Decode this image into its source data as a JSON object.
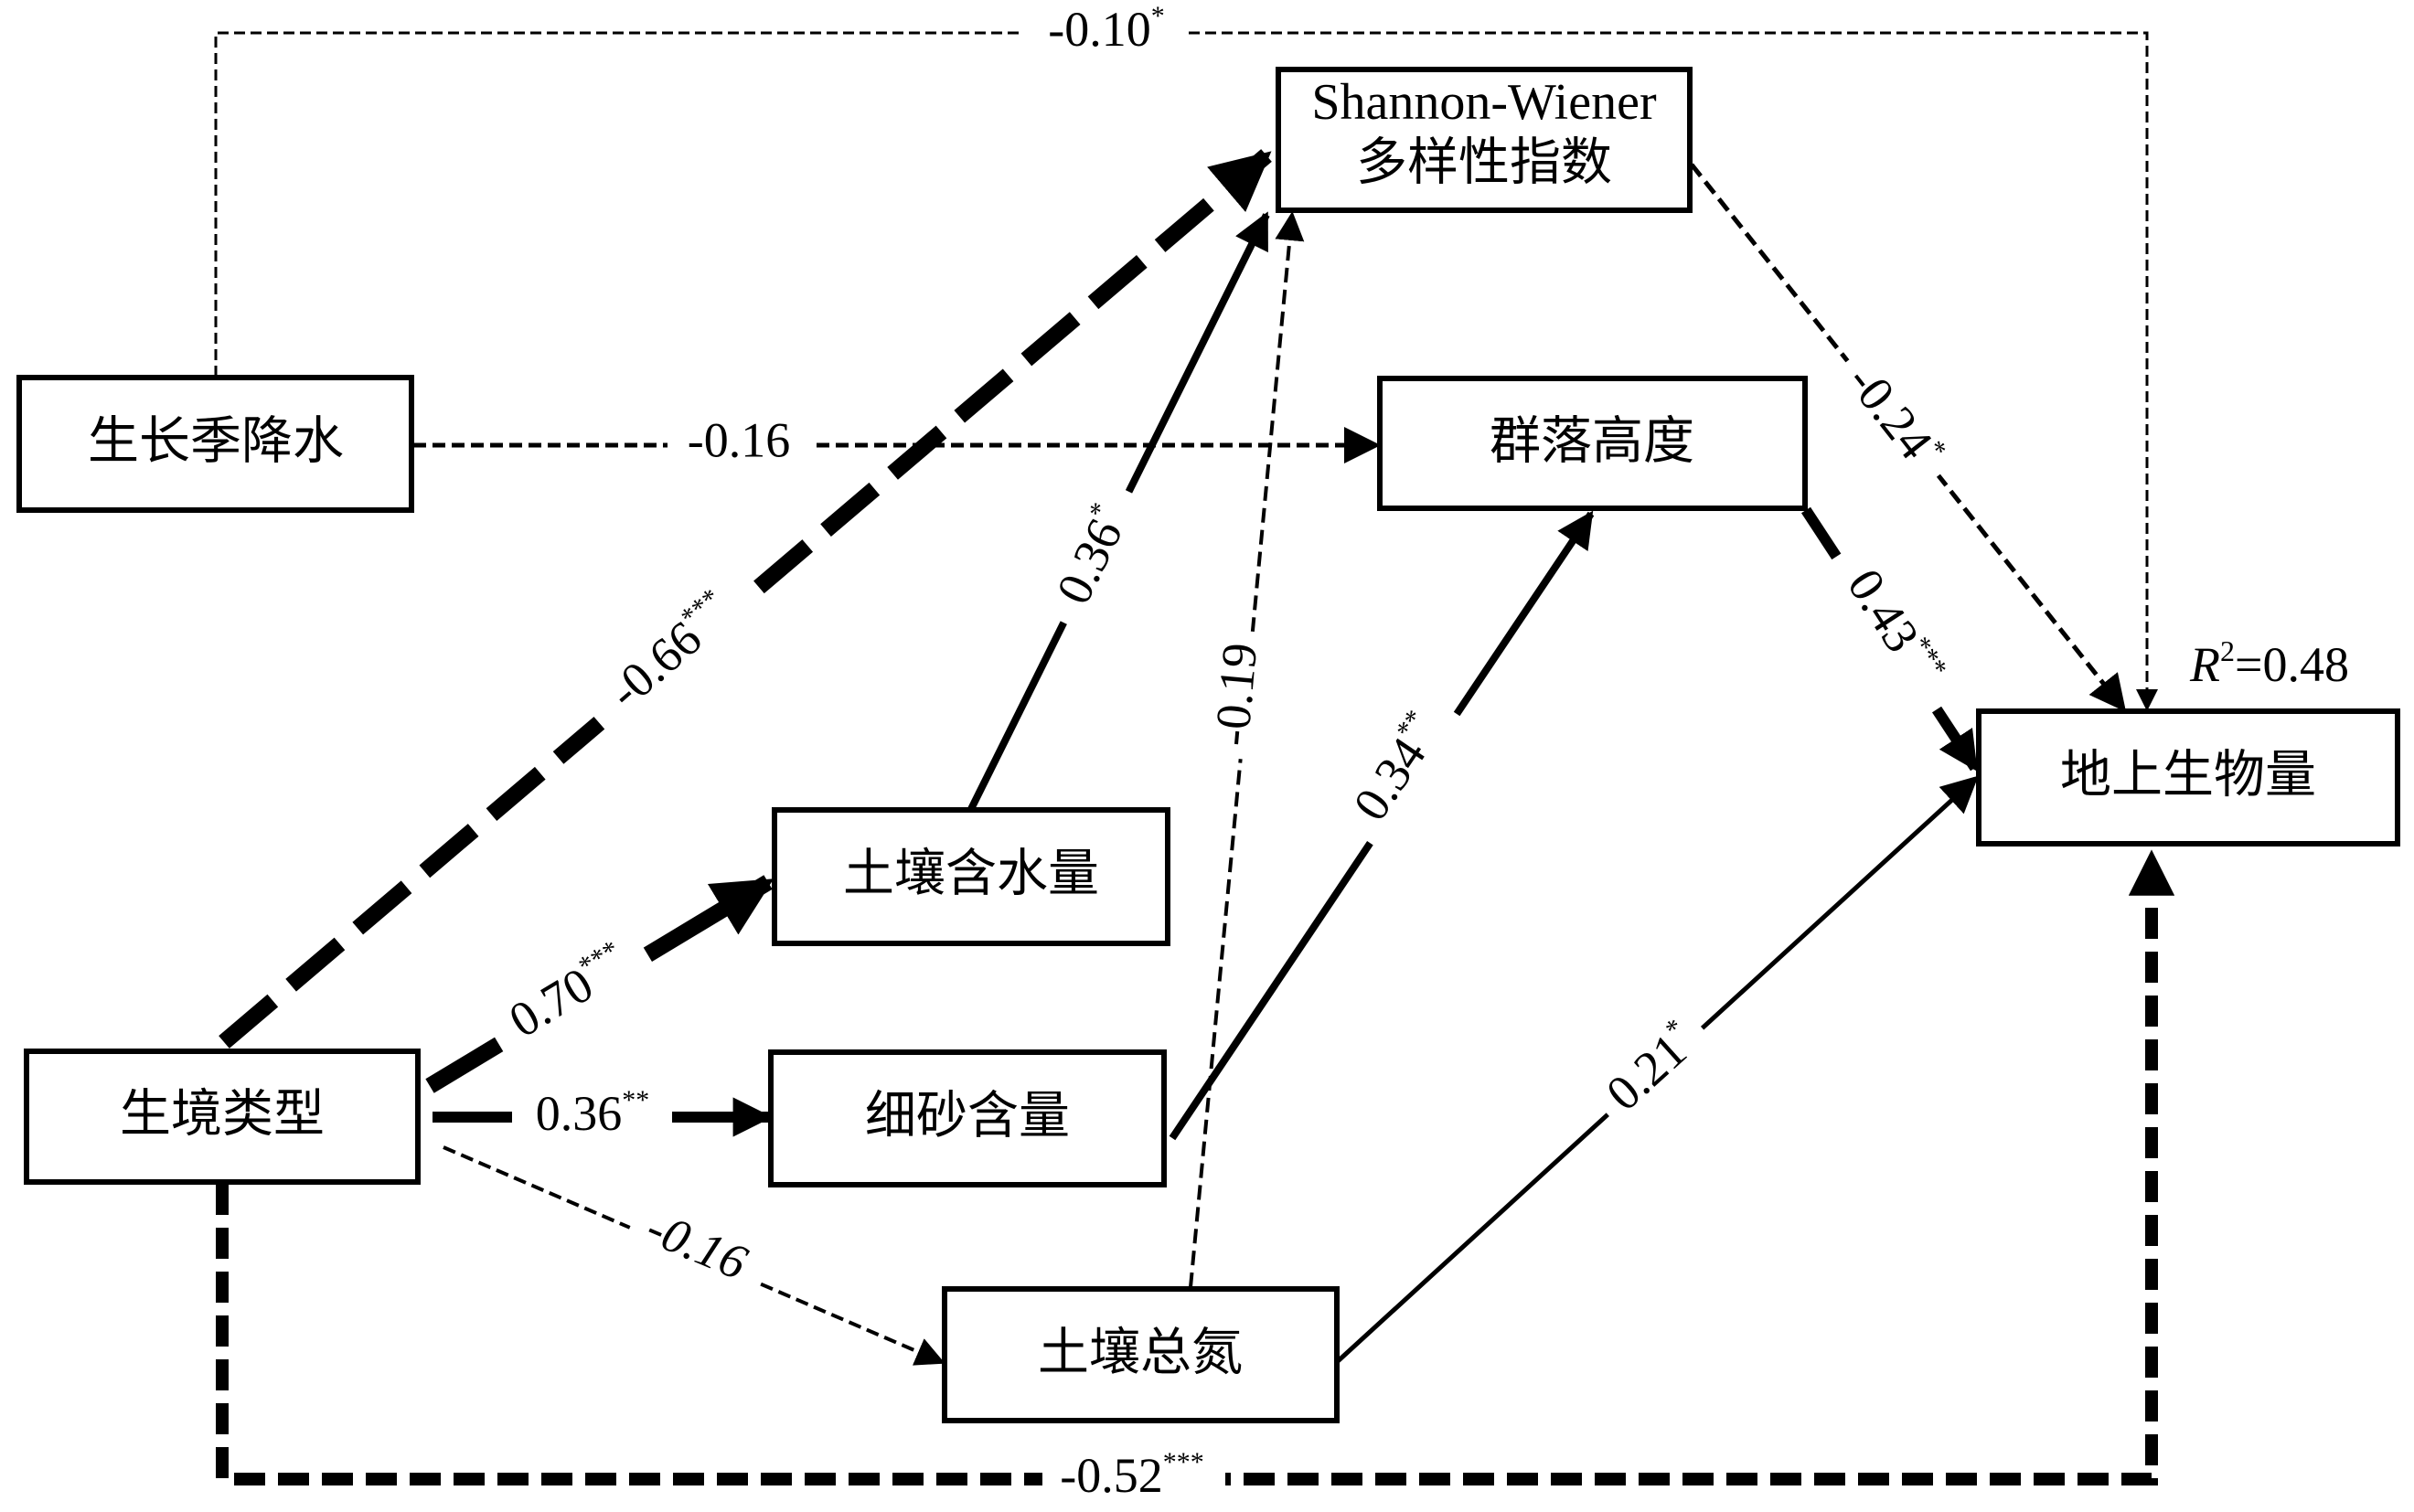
{
  "title": "Structural equation model of above-ground biomass",
  "nodes": {
    "precip": {
      "label": "生长季降水"
    },
    "shannon": {
      "label_line1": "Shannon-Wiener",
      "label_line2": "多样性指数"
    },
    "height": {
      "label": "群落高度"
    },
    "biomass": {
      "label": "地上生物量",
      "r2_symbol": "R",
      "r2_sup": "2",
      "r2_value": "=0.48"
    },
    "soil_water": {
      "label": "土壤含水量"
    },
    "fine_sand": {
      "label": "细砂含量"
    },
    "habitat": {
      "label": "生境类型"
    },
    "soil_n": {
      "label": "土壤总氮"
    }
  },
  "edges": [
    {
      "id": "precip-biomass",
      "from": "生长季降水",
      "to": "地上生物量",
      "coef": "-0.10",
      "sig": "*",
      "style": "dashed",
      "weight": 0.1
    },
    {
      "id": "precip-height",
      "from": "生长季降水",
      "to": "群落高度",
      "coef": "-0.16",
      "sig": "",
      "style": "dashed",
      "weight": 0.16
    },
    {
      "id": "habitat-shannon",
      "from": "生境类型",
      "to": "Shannon-Wiener多样性指数",
      "coef": "-0.66",
      "sig": "***",
      "style": "dashed",
      "weight": 0.66
    },
    {
      "id": "soilwater-shannon",
      "from": "土壤含水量",
      "to": "Shannon-Wiener多样性指数",
      "coef": "0.36",
      "sig": "*",
      "style": "solid",
      "weight": 0.36
    },
    {
      "id": "soiln-shannon",
      "from": "土壤总氮",
      "to": "Shannon-Wiener多样性指数",
      "coef": "-0.19",
      "sig": "",
      "style": "dashed",
      "weight": 0.19
    },
    {
      "id": "shannon-biomass",
      "from": "Shannon-Wiener多样性指数",
      "to": "地上生物量",
      "coef": "-0.24",
      "sig": "*",
      "style": "dashed",
      "weight": 0.24
    },
    {
      "id": "height-biomass",
      "from": "群落高度",
      "to": "地上生物量",
      "coef": "0.43",
      "sig": "***",
      "style": "solid",
      "weight": 0.43
    },
    {
      "id": "finesand-height",
      "from": "细砂含量",
      "to": "群落高度",
      "coef": "0.34",
      "sig": "**",
      "style": "solid",
      "weight": 0.34
    },
    {
      "id": "habitat-soilwater",
      "from": "生境类型",
      "to": "土壤含水量",
      "coef": "0.70",
      "sig": "***",
      "style": "solid",
      "weight": 0.7
    },
    {
      "id": "habitat-finesand",
      "from": "生境类型",
      "to": "细砂含量",
      "coef": "0.36",
      "sig": "**",
      "style": "solid",
      "weight": 0.36
    },
    {
      "id": "habitat-soiln",
      "from": "生境类型",
      "to": "土壤总氮",
      "coef": "-0.16",
      "sig": "",
      "style": "dashed",
      "weight": 0.16
    },
    {
      "id": "soiln-biomass",
      "from": "土壤总氮",
      "to": "地上生物量",
      "coef": "0.21",
      "sig": "*",
      "style": "solid",
      "weight": 0.21
    },
    {
      "id": "habitat-biomass",
      "from": "生境类型",
      "to": "地上生物量",
      "coef": "-0.52",
      "sig": "***",
      "style": "dashed",
      "weight": 0.52
    }
  ],
  "colors": {
    "stroke": "#000000",
    "background": "#ffffff"
  }
}
